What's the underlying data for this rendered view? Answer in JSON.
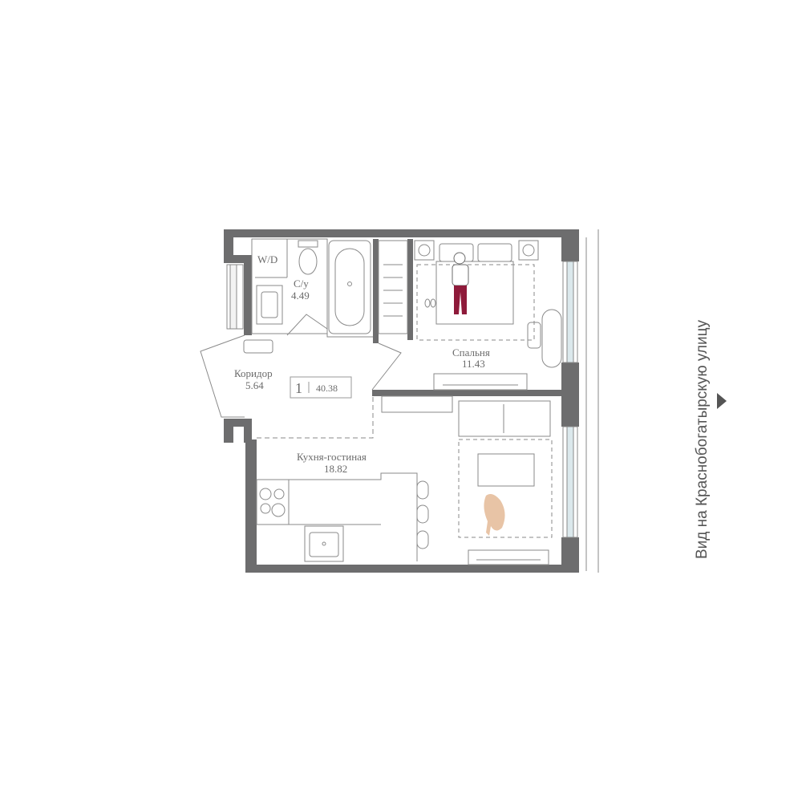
{
  "rooms": [
    {
      "id": "wc",
      "name": "С/у",
      "area": "4.49"
    },
    {
      "id": "bedroom",
      "name": "Спальня",
      "area": "11.43"
    },
    {
      "id": "corridor",
      "name": "Коридор",
      "area": "5.64"
    },
    {
      "id": "kitchen",
      "name": "Кухня-гостиная",
      "area": "18.82"
    }
  ],
  "wd_label": "W/D",
  "apartment": {
    "rooms_count": "1",
    "total_area": "40.38"
  },
  "street_view": "Вид на Краснобогатырскую улицу",
  "colors": {
    "wall": "#6d6d6e",
    "line": "#8a8a8a",
    "window": "#dbe8ec",
    "accent": "#8e1a3a",
    "skin": "#e8c4a6"
  }
}
